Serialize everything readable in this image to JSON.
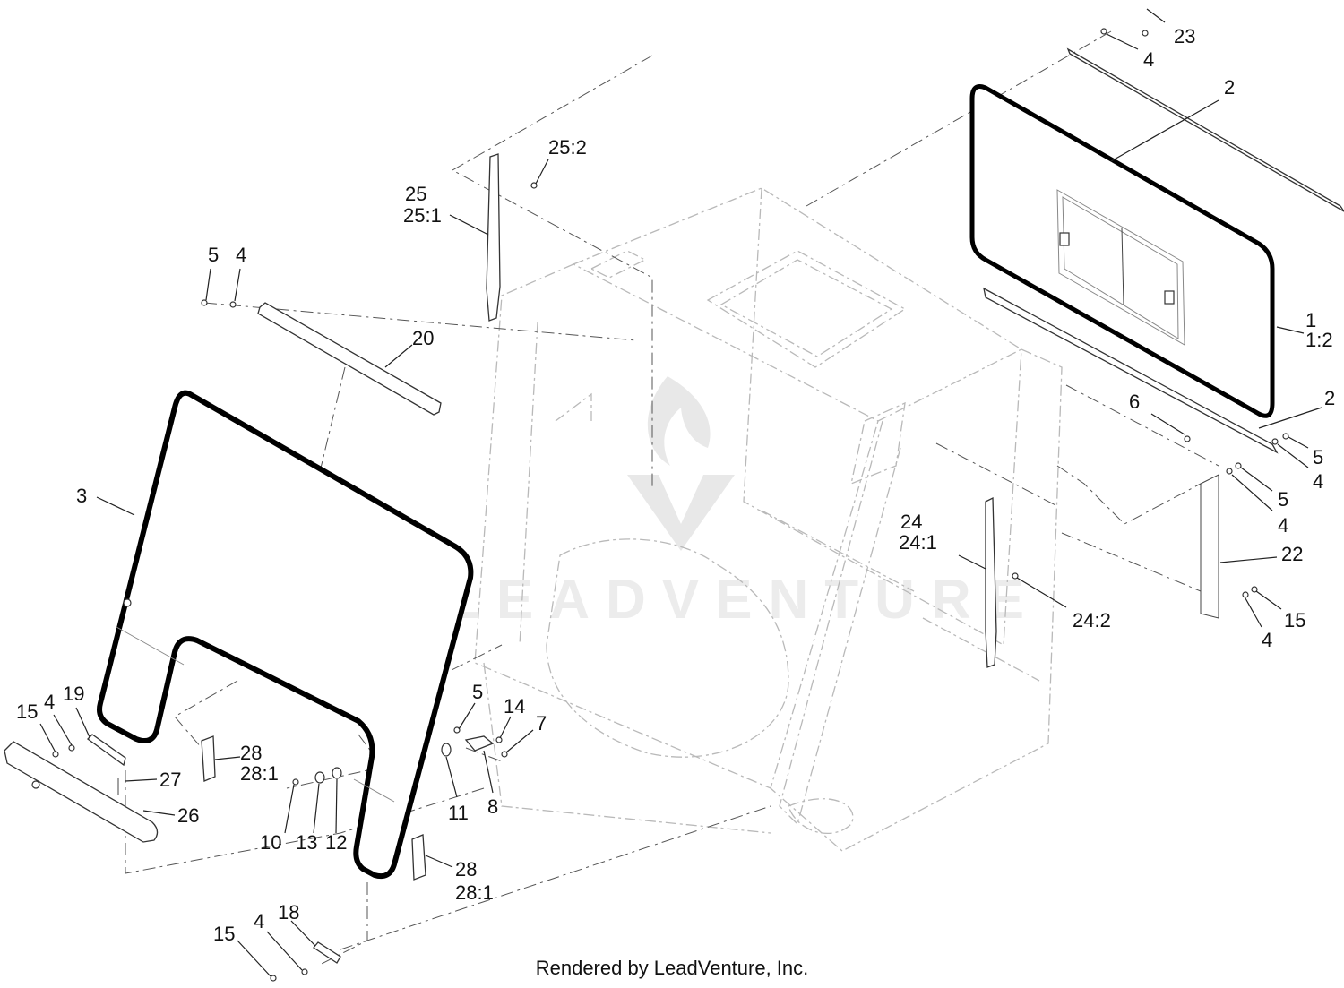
{
  "footer": {
    "text": "Rendered by LeadVenture, Inc."
  },
  "watermark": {
    "text": "LEADVENTURE"
  },
  "callouts": {
    "c23": "23",
    "c4_top": "4",
    "c2_top": "2",
    "c1": "1",
    "c1_2": "1:2",
    "c2_right": "2",
    "c6": "6",
    "c5_a": "5",
    "c4_a": "4",
    "c5_b": "5",
    "c4_b": "4",
    "c22": "22",
    "c15_right": "15",
    "c4_right": "4",
    "c24": "24",
    "c24_1": "24:1",
    "c24_2": "24:2",
    "c25_2": "25:2",
    "c25": "25",
    "c25_1": "25:1",
    "c5_left": "5",
    "c4_left": "4",
    "c20": "20",
    "c3": "3",
    "c15_l": "15",
    "c4_l": "4",
    "c19": "19",
    "c28_a": "28",
    "c28_1_a": "28:1",
    "c27": "27",
    "c26": "26",
    "c5_mid": "5",
    "c14": "14",
    "c7": "7",
    "c11": "11",
    "c8": "8",
    "c10": "10",
    "c13": "13",
    "c12": "12",
    "c28_b": "28",
    "c28_1_b": "28:1",
    "c15_bottom": "15",
    "c4_bottom": "4",
    "c18": "18"
  }
}
